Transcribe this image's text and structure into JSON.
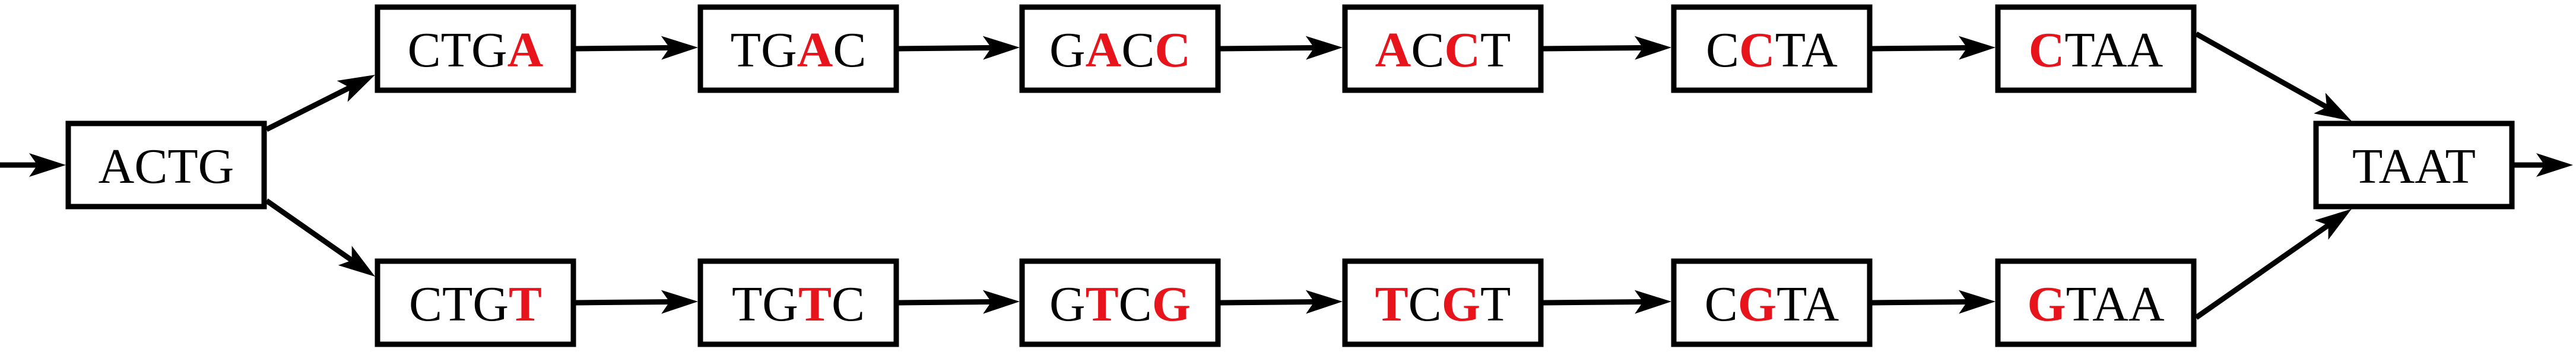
{
  "colors": {
    "highlight": "#e8141b",
    "line": "#000000",
    "background": "#ffffff"
  },
  "nodes": {
    "start": {
      "label": "ACTG",
      "segments": [
        {
          "t": "ACTG",
          "hi": false
        }
      ]
    },
    "end": {
      "label": "TAAT",
      "segments": [
        {
          "t": "TAAT",
          "hi": false
        }
      ]
    },
    "top": [
      {
        "label": "CTGA",
        "segments": [
          {
            "t": "CTG",
            "hi": false
          },
          {
            "t": "A",
            "hi": true
          }
        ]
      },
      {
        "label": "TGAC",
        "segments": [
          {
            "t": "TG",
            "hi": false
          },
          {
            "t": "A",
            "hi": true
          },
          {
            "t": "C",
            "hi": false
          }
        ]
      },
      {
        "label": "GACC",
        "segments": [
          {
            "t": "G",
            "hi": false
          },
          {
            "t": "A",
            "hi": true
          },
          {
            "t": "C",
            "hi": false
          },
          {
            "t": "C",
            "hi": true
          }
        ]
      },
      {
        "label": "ACCT",
        "segments": [
          {
            "t": "A",
            "hi": true
          },
          {
            "t": "C",
            "hi": false
          },
          {
            "t": "C",
            "hi": true
          },
          {
            "t": "T",
            "hi": false
          }
        ]
      },
      {
        "label": "CCTA",
        "segments": [
          {
            "t": "C",
            "hi": false
          },
          {
            "t": "C",
            "hi": true
          },
          {
            "t": "TA",
            "hi": false
          }
        ]
      },
      {
        "label": "CTAA",
        "segments": [
          {
            "t": "C",
            "hi": true
          },
          {
            "t": "TAA",
            "hi": false
          }
        ]
      }
    ],
    "bottom": [
      {
        "label": "CTGT",
        "segments": [
          {
            "t": "CTG",
            "hi": false
          },
          {
            "t": "T",
            "hi": true
          }
        ]
      },
      {
        "label": "TGTC",
        "segments": [
          {
            "t": "TG",
            "hi": false
          },
          {
            "t": "T",
            "hi": true
          },
          {
            "t": "C",
            "hi": false
          }
        ]
      },
      {
        "label": "GTCG",
        "segments": [
          {
            "t": "G",
            "hi": false
          },
          {
            "t": "T",
            "hi": true
          },
          {
            "t": "C",
            "hi": false
          },
          {
            "t": "G",
            "hi": true
          }
        ]
      },
      {
        "label": "TCGT",
        "segments": [
          {
            "t": "T",
            "hi": true
          },
          {
            "t": "C",
            "hi": false
          },
          {
            "t": "G",
            "hi": true
          },
          {
            "t": "T",
            "hi": false
          }
        ]
      },
      {
        "label": "CGTA",
        "segments": [
          {
            "t": "C",
            "hi": false
          },
          {
            "t": "G",
            "hi": true
          },
          {
            "t": "TA",
            "hi": false
          }
        ]
      },
      {
        "label": "GTAA",
        "segments": [
          {
            "t": "G",
            "hi": true
          },
          {
            "t": "TAA",
            "hi": false
          }
        ]
      }
    ]
  }
}
